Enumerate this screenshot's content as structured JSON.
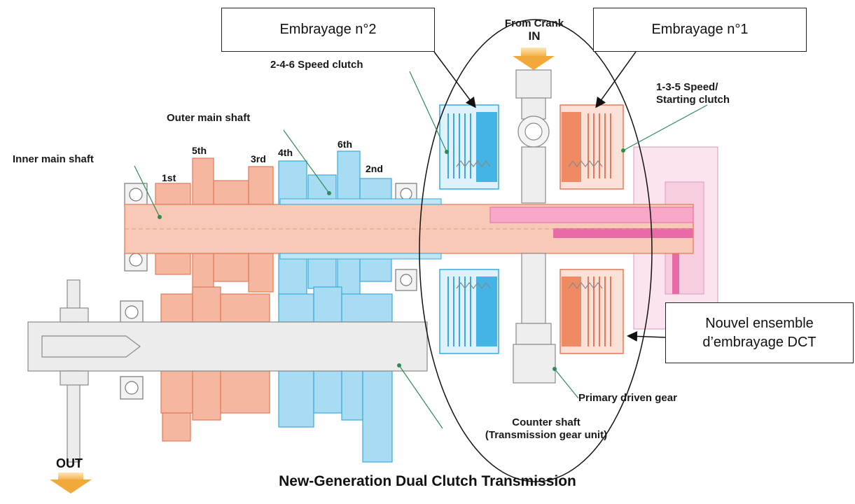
{
  "callouts": {
    "clutch2": "Embrayage n°2",
    "clutch1": "Embrayage n°1",
    "new_assembly_line1": "Nouvel ensemble",
    "new_assembly_line2": "d’embrayage DCT"
  },
  "io": {
    "from_crank_line1": "From Crank",
    "from_crank_line2": "IN",
    "out": "OUT"
  },
  "labels": {
    "speed_246": "2-4-6 Speed clutch",
    "speed_135_line1": "1-3-5 Speed/",
    "speed_135_line2": "Starting clutch",
    "outer_main_shaft": "Outer main shaft",
    "inner_main_shaft": "Inner main shaft",
    "primary_driven_gear": "Primary driven gear",
    "counter_shaft_line1": "Counter shaft",
    "counter_shaft_line2": "(Transmission gear unit)"
  },
  "gears": {
    "g1": "1st",
    "g2": "2nd",
    "g3": "3rd",
    "g4": "4th",
    "g5": "5th",
    "g6": "6th"
  },
  "caption": "New-Generation Dual Clutch Transmission",
  "colors": {
    "odd_gears": "#f6b7a0",
    "odd_gears_edge": "#e07a5a",
    "even_gears": "#a8dcf2",
    "even_gears_edge": "#3aa9dc",
    "shaft_grey": "#e6e6e6",
    "line_grey": "#8a8a8a",
    "accent_pink": "#e86aa6",
    "leader_green": "#2e8b57",
    "arrow_orange": "#f2b24a"
  }
}
